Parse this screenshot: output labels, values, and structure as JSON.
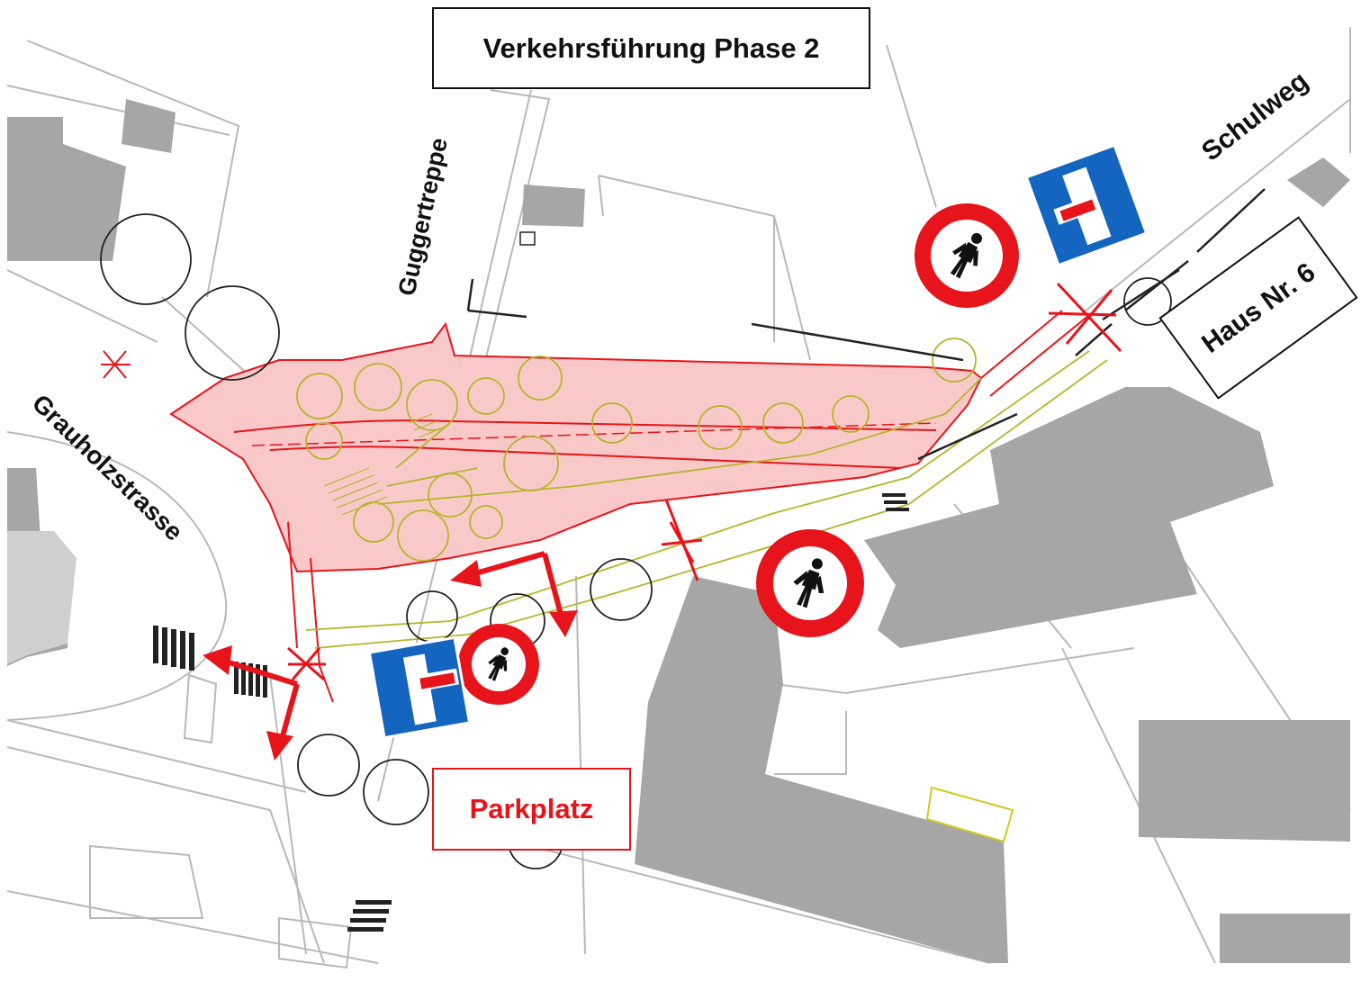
{
  "title": "Verkehrsführung Phase 2",
  "streets": {
    "guggertreppe": "Guggertreppe",
    "schulweg": "Schulweg",
    "grauholzstrasse": "Grauholzstrasse"
  },
  "house_label": "Haus Nr. 6",
  "parking_label": "Parkplatz",
  "colors": {
    "accent_red": "#e8141b",
    "construction_fill": "#f9c9c9",
    "building_gray": "#a6a6a6",
    "sign_blue": "#1465c0",
    "tree_yellow": "#b5b52a"
  },
  "signs": [
    {
      "type": "no-pedestrians-sign"
    },
    {
      "type": "dead-end-sign"
    },
    {
      "type": "no-pedestrians-sign"
    },
    {
      "type": "dead-end-sign"
    },
    {
      "type": "no-pedestrians-sign"
    }
  ]
}
